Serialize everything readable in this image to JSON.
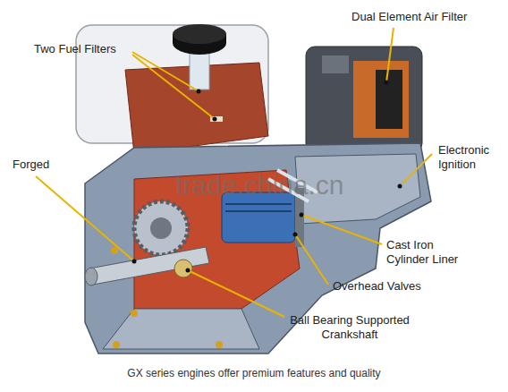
{
  "diagram": {
    "caption": "GX series engines offer premium features and quality",
    "labels": [
      "Two Fuel Filters",
      "Dual Element Air Filter",
      "Electronic Ignition",
      "Forged",
      "trade.china.cn",
      "Cast Iron Cylinder Liner",
      "Overhead Valves",
      "Ball Bearing Supported Crankshaft"
    ]
  }
}
